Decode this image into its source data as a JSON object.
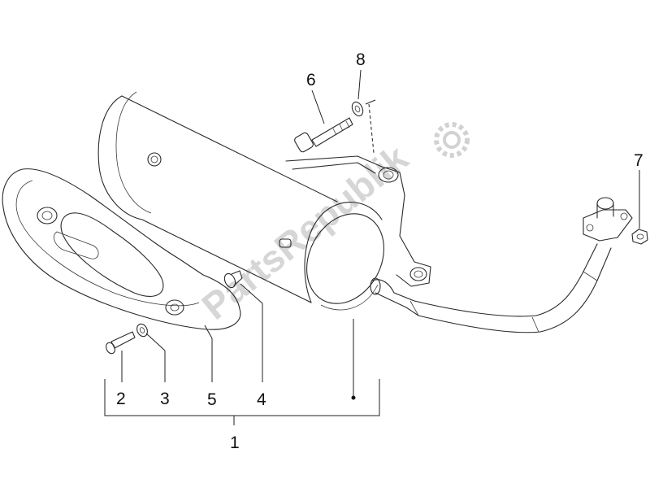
{
  "callouts": {
    "c1": "1",
    "c2": "2",
    "c3": "3",
    "c4": "4",
    "c5": "5",
    "c6": "6",
    "c7": "7",
    "c8": "8"
  },
  "watermark": {
    "text": "PartsRepublik"
  },
  "colors": {
    "line": "#2a2a2a",
    "watermark": "#d6d6d6",
    "background": "#ffffff"
  }
}
